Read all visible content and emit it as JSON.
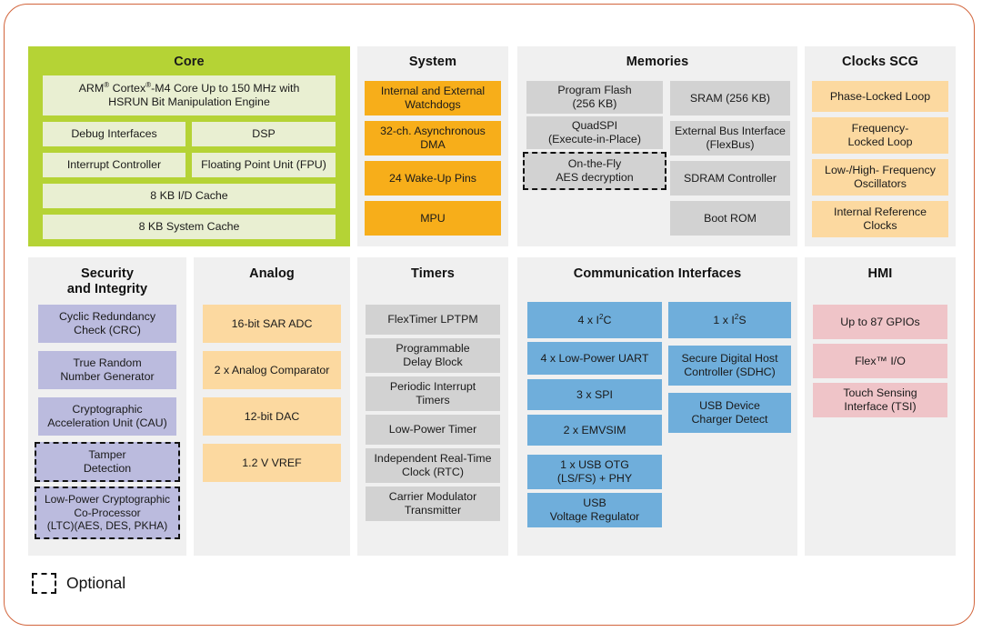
{
  "legend": {
    "optional_label": "Optional",
    "swatch_name": "dashed-box-swatch"
  },
  "colors": {
    "frame_border": "#D2653C",
    "panel_bg": "#F0F0F0",
    "core_green": "#B5D335",
    "core_block": "#E9EFD2",
    "amber": "#F7AE1A",
    "gray": "#D2D2D2",
    "peach": "#FCD9A0",
    "lavender": "#BBBBDE",
    "blue": "#6FAEDB",
    "pink": "#EFC4C8"
  },
  "panels": {
    "core": {
      "title": "Core",
      "blocks": {
        "arm_core": "ARM® Cortex®-M4 Core Up to 150 MHz with HSRUN Bit Manipulation Engine",
        "debug": "Debug Interfaces",
        "dsp": "DSP",
        "interrupt": "Interrupt Controller",
        "fpu": "Floating Point Unit (FPU)",
        "id_cache": "8 KB I/D Cache",
        "system_cache": "8 KB System Cache"
      }
    },
    "system": {
      "title": "System",
      "blocks": {
        "watchdogs": "Internal and External Watchdogs",
        "dma": "32-ch. Asynchronous DMA",
        "wakeup": "24 Wake-Up Pins",
        "mpu": "MPU"
      }
    },
    "memories": {
      "title": "Memories",
      "blocks": {
        "program_flash": "Program Flash (256 KB)",
        "quadspi": "QuadSPI (Execute-in-Place)",
        "aes": "On-the-Fly AES decryption",
        "sram": "SRAM (256 KB)",
        "flexbus": "External Bus Interface (FlexBus)",
        "sdram": "SDRAM Controller",
        "bootrom": "Boot ROM"
      }
    },
    "clocks": {
      "title": "Clocks SCG",
      "blocks": {
        "pll": "Phase-Locked Loop",
        "fll": "Frequency- Locked Loop",
        "osc": "Low-/High- Frequency Oscillators",
        "irc": "Internal Reference Clocks"
      }
    },
    "security": {
      "title": "Security and Integrity",
      "blocks": {
        "crc": "Cyclic Redundancy Check (CRC)",
        "trng": "True Random Number Generator",
        "cau": "Cryptographic Acceleration Unit (CAU)",
        "tamper": "Tamper Detection",
        "ltc": "Low-Power Cryptographic Co-Processor (LTC)(AES, DES, PKHA)"
      }
    },
    "analog": {
      "title": "Analog",
      "blocks": {
        "adc": "16-bit SAR ADC",
        "comparator": "2 x Analog Comparator",
        "dac": "12-bit DAC",
        "vref": "1.2 V VREF"
      }
    },
    "timers": {
      "title": "Timers",
      "blocks": {
        "flextimer": "FlexTimer LPTPM",
        "pdb": "Programmable Delay Block",
        "pit": "Periodic Interrupt Timers",
        "lptmr": "Low-Power Timer",
        "rtc": "Independent Real-Time Clock (RTC)",
        "cmt": "Carrier Modulator Transmitter"
      }
    },
    "communication": {
      "title": "Communication  Interfaces",
      "blocks": {
        "i2c": "4 x I²C",
        "uart": "4 x Low-Power UART",
        "spi": "3 x SPI",
        "emvsim": "2 x EMVSIM",
        "usb_otg": "1 x USB OTG (LS/FS) + PHY",
        "usb_reg": "USB Voltage Regulator",
        "i2s": "1 x I²S",
        "sdhc": "Secure Digital Host Controller (SDHC)",
        "usb_charger": "USB Device Charger Detect"
      }
    },
    "hmi": {
      "title": "HMI",
      "blocks": {
        "gpio": "Up to 87 GPIOs",
        "flexio": "Flex™ I/O",
        "tsi": "Touch Sensing Interface (TSI)"
      }
    }
  }
}
